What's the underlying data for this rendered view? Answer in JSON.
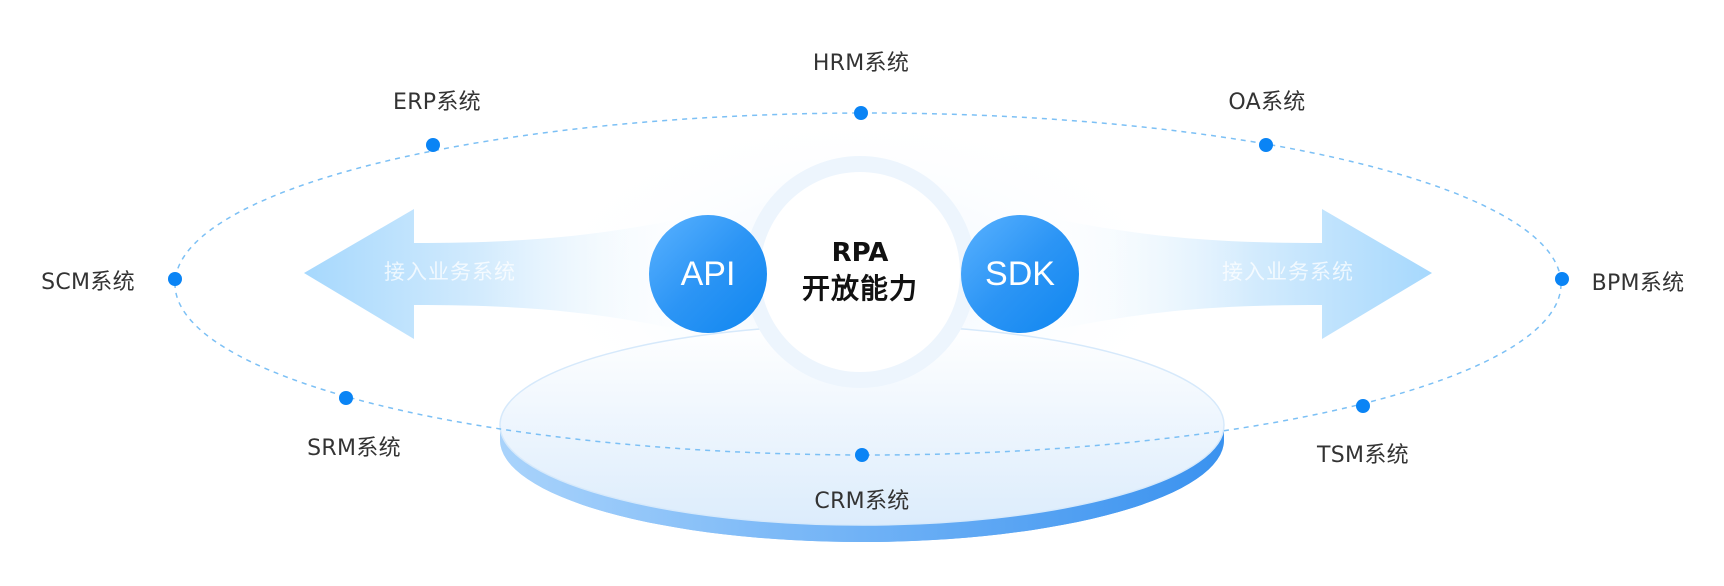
{
  "diagram": {
    "center": {
      "title": "RPA",
      "subtitle": "开放能力"
    },
    "capabilities": [
      {
        "id": "api",
        "label": "API"
      },
      {
        "id": "sdk",
        "label": "SDK"
      }
    ],
    "arrows": [
      {
        "direction": "left",
        "label": "接入业务系统"
      },
      {
        "direction": "right",
        "label": "接入业务系统"
      }
    ],
    "systems": [
      {
        "id": "hrm",
        "label": "HRM系统"
      },
      {
        "id": "erp",
        "label": "ERP系统"
      },
      {
        "id": "oa",
        "label": "OA系统"
      },
      {
        "id": "scm",
        "label": "SCM系统"
      },
      {
        "id": "bpm",
        "label": "BPM系统"
      },
      {
        "id": "srm",
        "label": "SRM系统"
      },
      {
        "id": "tsm",
        "label": "TSM系统"
      },
      {
        "id": "crm",
        "label": "CRM系统"
      }
    ],
    "colors": {
      "node_dot": "#0a84f5",
      "orbit_line": "#7cc0f5",
      "badge": "#2c95f5",
      "label_text": "#333333"
    }
  }
}
